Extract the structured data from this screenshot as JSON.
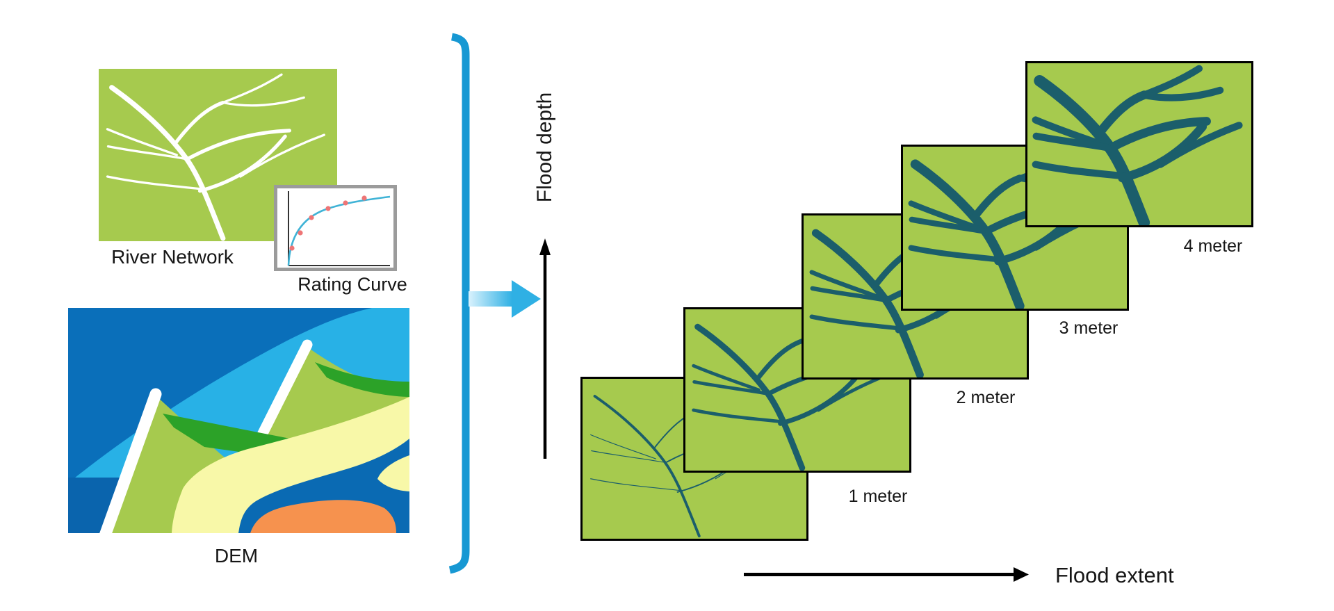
{
  "diagram": {
    "inputs": {
      "river_network_label": "River Network",
      "rating_curve_label": "Rating Curve",
      "dem_label": "DEM"
    },
    "rating_curve": {
      "type": "line",
      "shape": "concave rising curve (steep then flattening)",
      "num_points": 6
    },
    "axes": {
      "y_label": "Flood depth",
      "x_label": "Flood extent"
    },
    "flood_maps": {
      "panel_count": 5,
      "base_panel_label": "",
      "labels": [
        "1 meter",
        "2 meter",
        "3 meter",
        "4 meter"
      ]
    },
    "colors": {
      "map_green": "#a6ca4e",
      "flood_teal": "#1b5e6b",
      "river_white": "#ffffff",
      "bracket_blue": "#1798d3",
      "arrow_gradient_start": "#d9f2fd",
      "arrow_gradient_end": "#2fb0e4",
      "curve_cyan": "#3fb3d6",
      "curve_dot_red": "#ee7576",
      "rating_border_gray": "#9b9b9b",
      "dem_dark_blue": "#0a6fba",
      "dem_sky_blue": "#28b1e6",
      "dem_sea_blue": "#0a64ad",
      "dem_dark_green": "#2ca228",
      "dem_pale_yellow": "#f8f8a8",
      "dem_orange": "#f6924e",
      "axis_black": "#000000"
    }
  }
}
